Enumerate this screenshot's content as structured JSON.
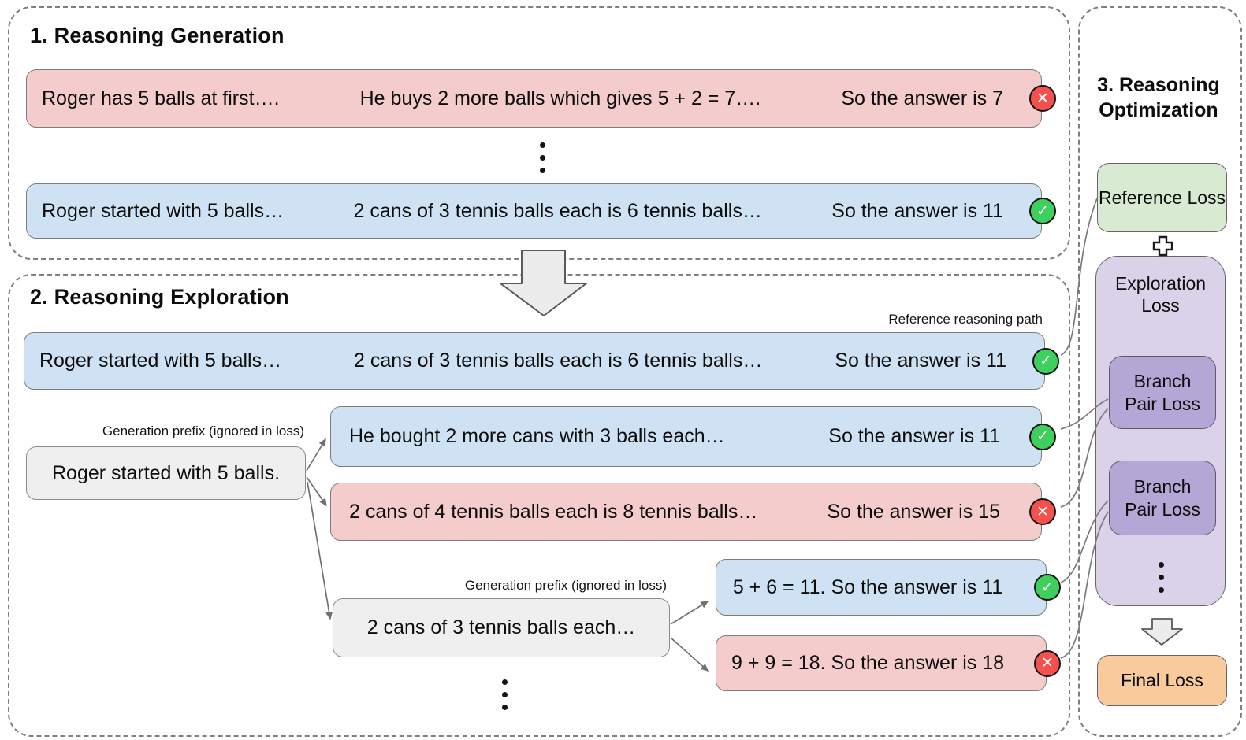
{
  "figure": {
    "generation": {
      "title": "1. Reasoning Generation",
      "wrong_path": {
        "prefix": "Roger has 5 balls at first….",
        "reasoning": "He buys 2 more balls which gives 5 + 2 = 7….",
        "answer": "So the answer is 7"
      },
      "correct_path": {
        "prefix": "Roger started with 5 balls…",
        "reasoning": "2 cans of 3 tennis balls each is 6 tennis balls…",
        "answer": "So the answer is 11"
      }
    },
    "exploration": {
      "title": "2. Reasoning Exploration",
      "reference_label": "Reference reasoning path",
      "reference_path": {
        "prefix": "Roger started with 5 balls…",
        "reasoning": "2 cans of 3 tennis balls each is 6 tennis balls…",
        "answer": "So the answer is 11"
      },
      "prefix_label": "Generation prefix (ignored in loss)",
      "prefix_box_1": "Roger started with 5 balls.",
      "branch_correct_1": {
        "reasoning": "He bought 2 more cans with 3 balls each…",
        "answer": "So the answer is 11"
      },
      "branch_wrong_1": {
        "reasoning": "2 cans of 4 tennis balls each is 8 tennis balls…",
        "answer": "So the answer is 15"
      },
      "prefix_box_2": "2 cans of 3 tennis balls each…",
      "branch_correct_2": {
        "text": "5 + 6 = 11. So the answer is 11"
      },
      "branch_wrong_2": {
        "text": "9 + 9 = 18. So the answer is 18"
      }
    },
    "optimization": {
      "title": "3. Reasoning Optimization",
      "reference_loss": "Reference Loss",
      "exploration_loss": "Exploration Loss",
      "branch_pair_loss": "Branch Pair Loss",
      "final_loss": "Final Loss"
    },
    "icons": {
      "correct": "✓",
      "wrong": "✕",
      "plus": "plus-outline",
      "down_arrow": "block-arrow-down"
    },
    "colors": {
      "correct_badge": "#3ed05c",
      "wrong_badge": "#f4504d",
      "path_correct_fill": "#cfe2f3",
      "path_wrong_fill": "#f4cccc",
      "prefix_fill": "#efefef",
      "reference_loss_fill": "#d9ead3",
      "exploration_loss_fill": "#d9d2e9",
      "branch_pair_fill": "#b4a7d6",
      "final_loss_fill": "#f9cb9c"
    }
  }
}
